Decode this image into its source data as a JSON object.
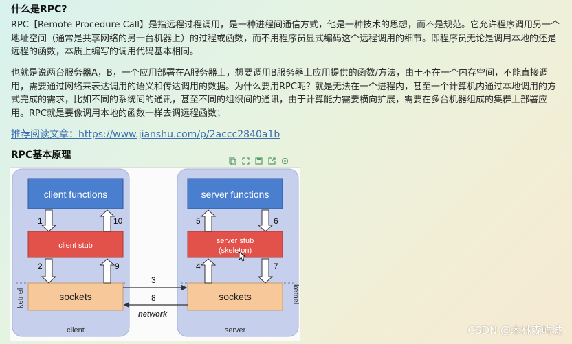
{
  "section1": {
    "heading": "什么是RPC?",
    "para1": "RPC【Remote Procedure Call】是指远程过程调用，是一种进程间通信方式，他是一种技术的思想，而不是规范。它允许程序调用另一个地址空间（通常是共享网络的另一台机器上）的过程或函数，而不用程序员显式编码这个远程调用的细节。即程序员无论是调用本地的还是远程的函数，本质上编写的调用代码基本相同。",
    "para2": "也就是说两台服务器A，B，一个应用部署在A服务器上，想要调用B服务器上应用提供的函数/方法，由于不在一个内存空间，不能直接调用，需要通过网络来表达调用的语义和传达调用的数据。为什么要用RPC呢？就是无法在一个进程内，甚至一个计算机内通过本地调用的方式完成的需求，比如不同的系统间的通讯，甚至不同的组织间的通讯，由于计算能力需要横向扩展，需要在多台机器组成的集群上部署应用。RPC就是要像调用本地的函数一样去调远程函数；",
    "link": "推荐阅读文章：https://www.jianshu.com/p/2accc2840a1b"
  },
  "section2": {
    "heading": "RPC基本原理"
  },
  "image_toolbar": {
    "icons": [
      "copy-icon",
      "expand-icon",
      "save-icon",
      "open-icon",
      "settings-icon"
    ]
  },
  "diagram": {
    "client": {
      "functions": "client functions",
      "stub": "client stub",
      "sockets": "sockets",
      "label": "client",
      "side_label": "ketnel"
    },
    "server": {
      "functions": "server functions",
      "stub_line1": "server stub",
      "stub_line2": "(skeleton)",
      "sockets": "sockets",
      "label": "server",
      "side_label": "ketnel"
    },
    "steps": {
      "s1": "1",
      "s2": "2",
      "s3": "3",
      "s4": "4",
      "s5": "5",
      "s6": "6",
      "s7": "7",
      "s8": "8",
      "s9": "9",
      "s10": "10"
    },
    "network_label": "network",
    "colors": {
      "functions_box": "#4a7fcf",
      "stub_box": "#e2524a",
      "sockets_box": "#f7c89a",
      "panel": "#c6d0ec"
    }
  },
  "watermark": "CSDN @木林森屿城"
}
